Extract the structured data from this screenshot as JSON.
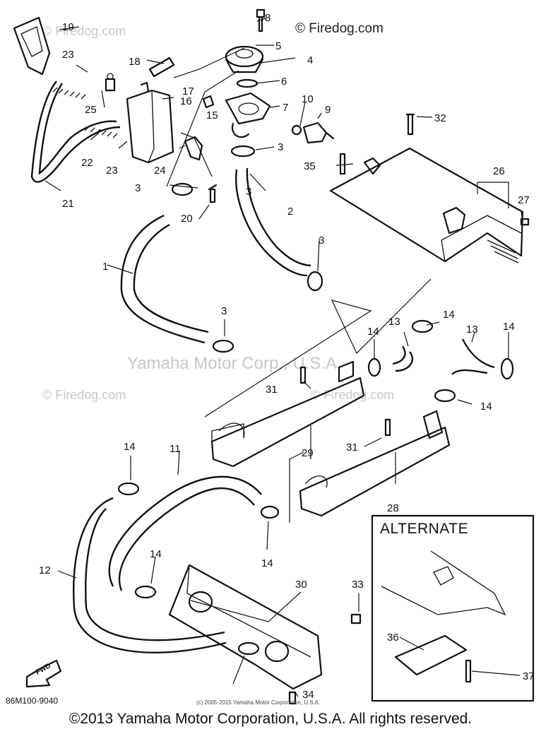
{
  "watermarks": {
    "top_right": "© Firedog.com",
    "top_left": "© Firedog.com",
    "mid_left": "© Firedog.com",
    "mid_right": "© Firedog.com",
    "center": "Yamaha Motor Corp., U.S.A."
  },
  "callouts": [
    "1",
    "2",
    "3",
    "3",
    "3",
    "3",
    "3",
    "4",
    "5",
    "6",
    "7",
    "8",
    "9",
    "10",
    "11",
    "12",
    "13",
    "13",
    "14",
    "14",
    "14",
    "14",
    "14",
    "14",
    "14",
    "15",
    "16",
    "17",
    "18",
    "19",
    "20",
    "21",
    "22",
    "23",
    "23",
    "24",
    "25",
    "26",
    "27",
    "28",
    "29",
    "30",
    "31",
    "31",
    "32",
    "33",
    "34",
    "35",
    "36",
    "37"
  ],
  "alternate_box": {
    "title": "ALTERNATE"
  },
  "direction_arrow": {
    "label": "FWD"
  },
  "diagram_code": "86M100-9040",
  "fine_print": "(c) 2005-2015 Yamaha Motor Corporation, U.S.A.",
  "footer": "©2013 Yamaha Motor Corporation, U.S.A. All rights reserved."
}
